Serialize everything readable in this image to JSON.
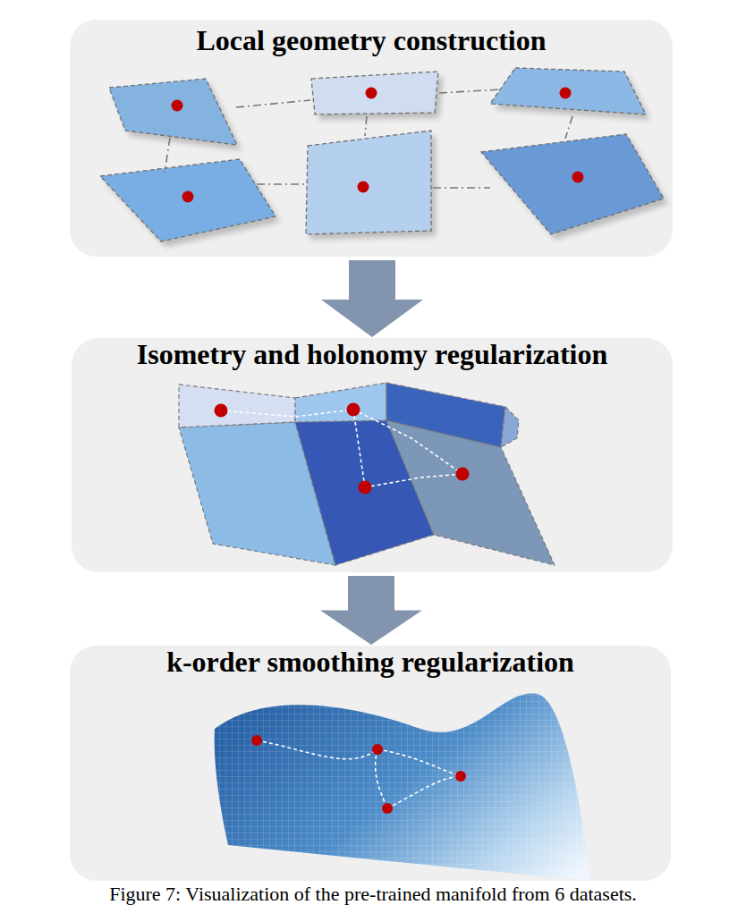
{
  "diagram": {
    "caption": "Figure 7: Visualization of the pre-trained manifold from 6 datasets.",
    "nodes": [
      {
        "text": [
          "Local geometry construction"
        ]
      },
      {
        "text": [
          "Isometry and holonomy regularization"
        ]
      },
      {
        "text": [
          "k-order smoothing regularization"
        ]
      }
    ],
    "edges": [
      {
        "from": 0,
        "to": 1,
        "arrow": "to"
      },
      {
        "from": 1,
        "to": 2,
        "arrow": "to"
      }
    ]
  }
}
